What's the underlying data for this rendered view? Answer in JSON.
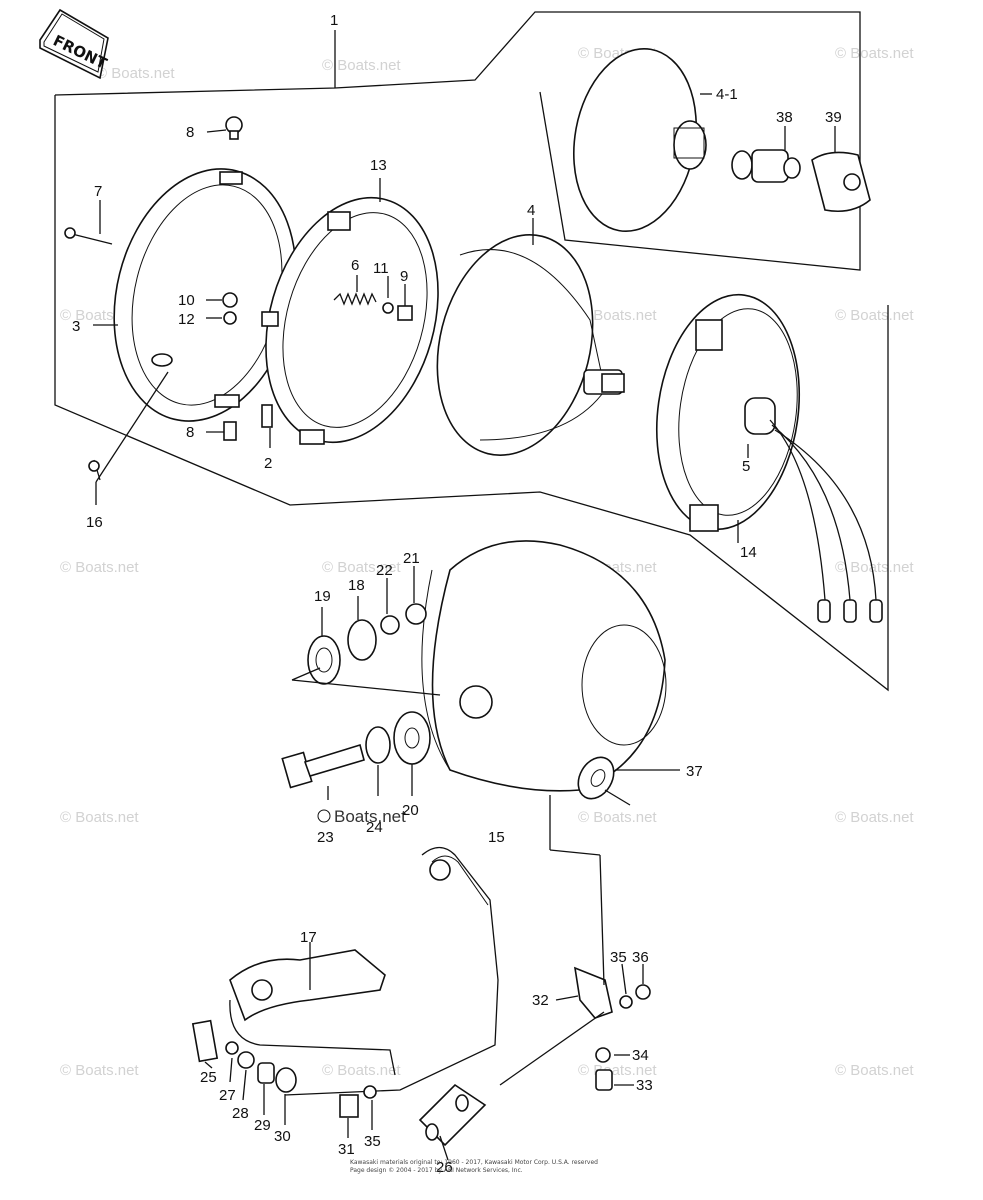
{
  "front_arrow": "FRONT",
  "watermark": "© Boats.net",
  "watermark_overlay": "Boats.net",
  "copyright_lines": [
    "Kawasaki materials original to: 1960 - 2017, Kawasaki Motor Corp. U.S.A. reserved",
    "Page design © 2004 - 2017 by ARI Network Services, Inc."
  ],
  "labels": {
    "p1": "1",
    "p2": "2",
    "p3": "3",
    "p4": "4",
    "p4_1": "4-1",
    "p5": "5",
    "p6": "6",
    "p7": "7",
    "p8a": "8",
    "p8b": "8",
    "p9": "9",
    "p10": "10",
    "p11": "11",
    "p12": "12",
    "p13": "13",
    "p14": "14",
    "p15": "15",
    "p16": "16",
    "p17": "17",
    "p18": "18",
    "p19": "19",
    "p20": "20",
    "p21": "21",
    "p22": "22",
    "p23": "23",
    "p24": "24",
    "p25": "25",
    "p26": "26",
    "p27": "27",
    "p28": "28",
    "p29": "29",
    "p30": "30",
    "p31": "31",
    "p32": "32",
    "p33": "33",
    "p34": "34",
    "p35a": "35",
    "p35b": "35",
    "p36": "36",
    "p37": "37",
    "p38": "38",
    "p39": "39"
  }
}
